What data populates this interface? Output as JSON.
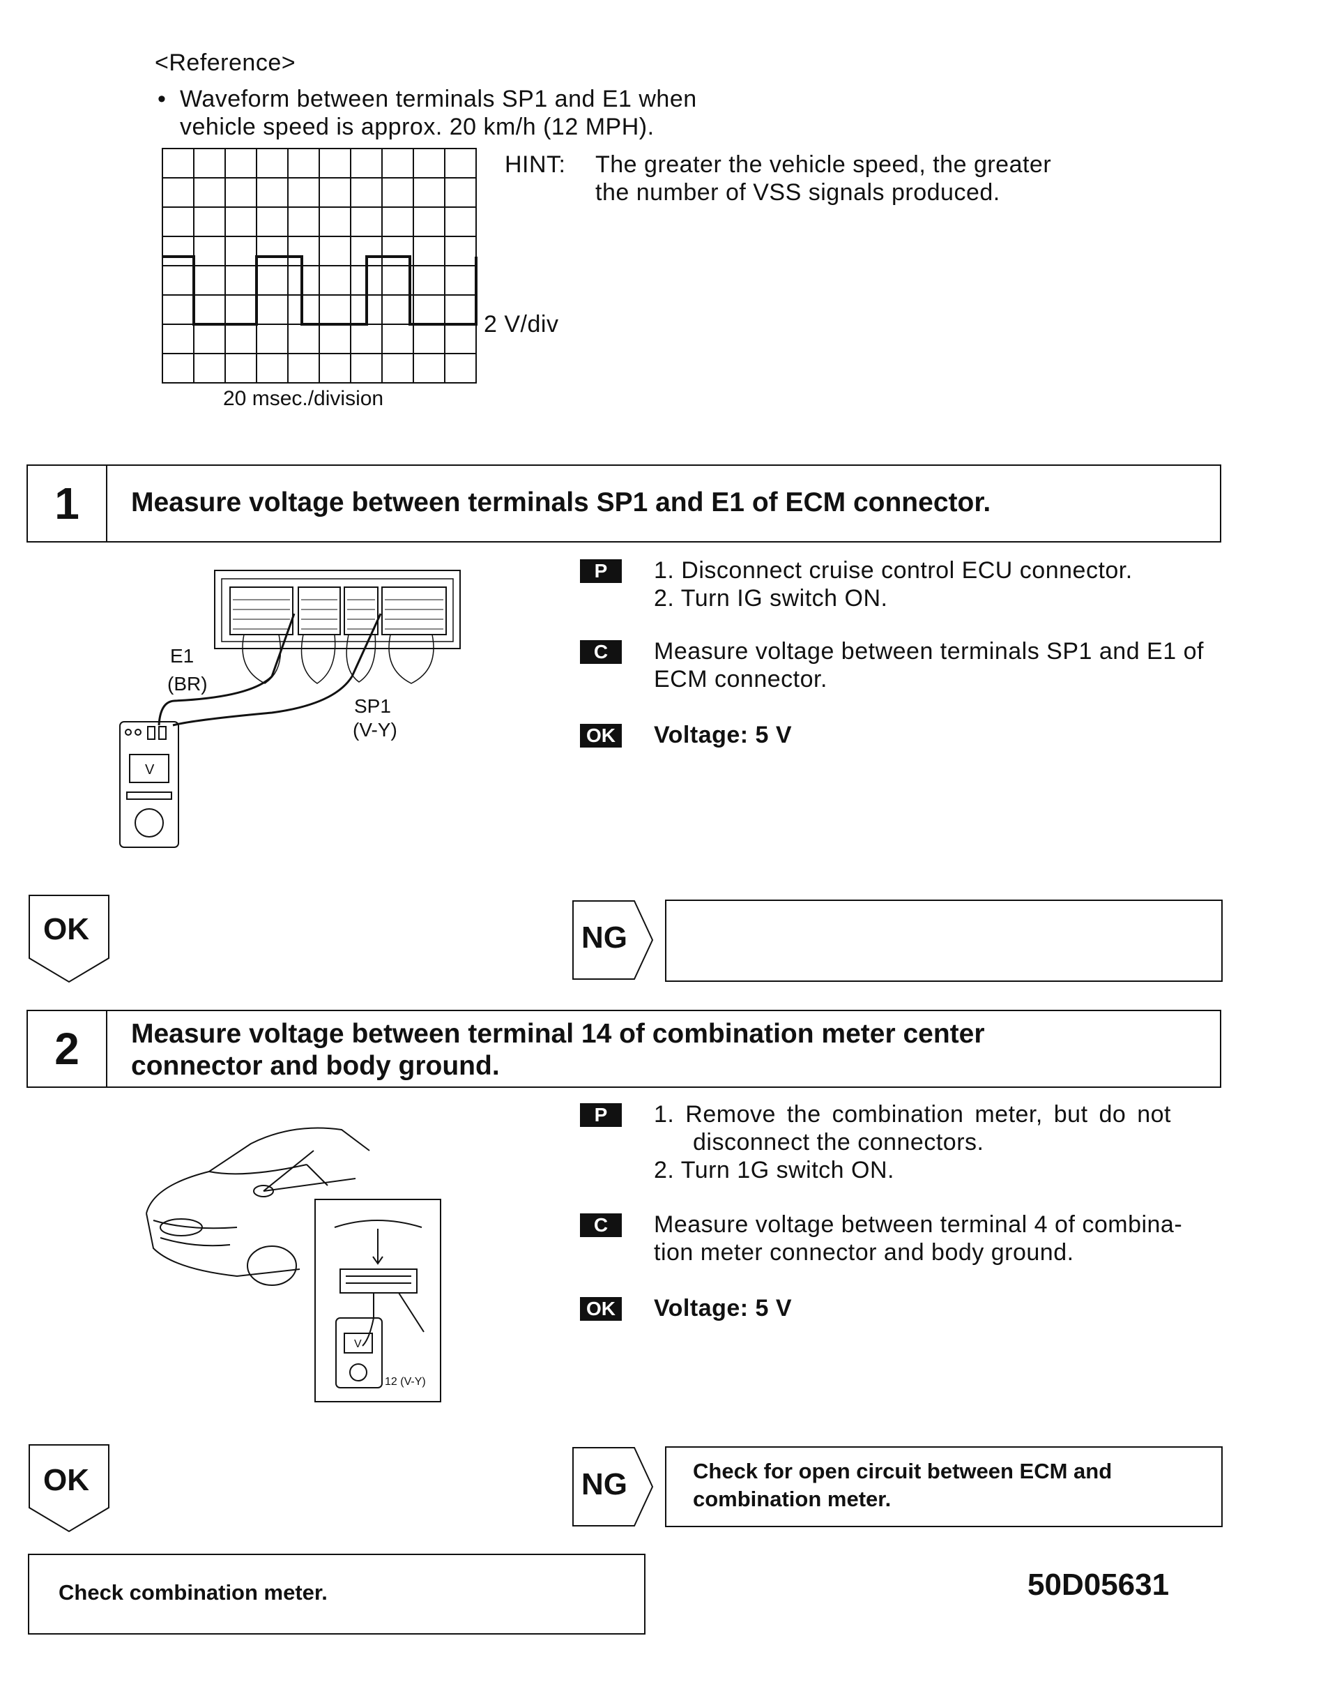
{
  "reference": {
    "heading": "<Reference>",
    "bullet_line1": "Waveform between terminals SP1 and E1 when",
    "bullet_line2": "vehicle speed is approx. 20 km/h (12 MPH).",
    "volt_div": "2 V/div",
    "time_div": "20 msec./division",
    "hint_label": "HINT:",
    "hint_line1": "The greater the vehicle speed, the greater",
    "hint_line2": "the number of VSS signals produced."
  },
  "step1": {
    "number": "1",
    "title": "Measure voltage between terminals SP1 and E1 of ECM connector.",
    "p_badge": "P",
    "p_item1": "1.  Disconnect cruise control ECU connector.",
    "p_item2": "2.  Turn IG switch ON.",
    "c_badge": "C",
    "c_line1": "Measure voltage between terminals SP1 and E1 of",
    "c_line2": "ECM connector.",
    "ok_badge": "OK",
    "ok_text": "Voltage:   5 V",
    "fig": {
      "e1_label": "E1",
      "e1_wire": "(BR)",
      "sp1_label": "SP1",
      "sp1_wire": "(V-Y)",
      "meter_v": "V"
    }
  },
  "result1": {
    "ok": "OK",
    "ng": "NG",
    "ng_action": ""
  },
  "step2": {
    "number": "2",
    "title_line1": "Measure voltage between terminal 14 of combination meter center",
    "title_line2": "connector and body ground.",
    "p_badge": "P",
    "p_item1a": "1.  Remove the combination meter, but do not",
    "p_item1b": "disconnect the connectors.",
    "p_item2": "2.  Turn 1G switch ON.",
    "c_badge": "C",
    "c_line1": "Measure voltage between terminal 4 of combina-",
    "c_line2": "tion meter connector and body ground.",
    "ok_badge": "OK",
    "ok_text": "Voltage:   5 V",
    "fig": {
      "wire_label": "12 (V-Y)",
      "meter_v": "V"
    }
  },
  "result2": {
    "ok": "OK",
    "ng": "NG",
    "ng_line1": "Check for open circuit between ECM and",
    "ng_line2": "combination meter."
  },
  "final": {
    "action": "Check combination meter.",
    "doc_code": "50D05631"
  }
}
